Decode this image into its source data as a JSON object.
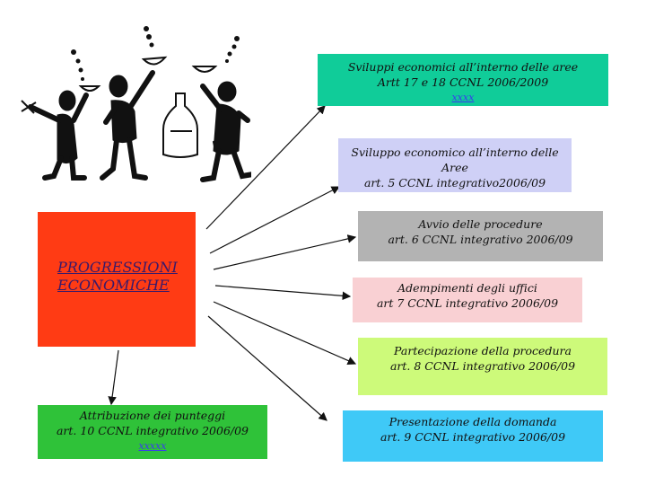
{
  "main_box": {
    "label_line1": "PROGRESSIONI",
    "label_line2": "ECONOMICHE"
  },
  "boxes": [
    {
      "id": "b1",
      "lines": [
        "Sviluppi economici all’interno delle aree",
        "Artt 17 e 18   CCNL 2006/2009"
      ],
      "link": "xxxx",
      "color": "#10cc99"
    },
    {
      "id": "b2",
      "lines": [
        "Sviluppo economico all’interno delle Aree",
        "art. 5 CCNL integrativo2006/09"
      ],
      "link": null,
      "color": "#cfd0f6"
    },
    {
      "id": "b3",
      "lines": [
        "Avvio delle procedure",
        "art. 6 CCNL integrativo 2006/09"
      ],
      "link": null,
      "color": "#b3b3b3"
    },
    {
      "id": "b4",
      "lines": [
        "Adempimenti degli uffici",
        "art 7 CCNL integrativo 2006/09"
      ],
      "link": null,
      "color": "#f9d0d3"
    },
    {
      "id": "b5",
      "lines": [
        "Partecipazione della procedura",
        "art. 8  CCNL integrativo 2006/09"
      ],
      "link": null,
      "color": "#cdfa7a"
    },
    {
      "id": "b6",
      "lines": [
        "Presentazione della domanda",
        "art. 9 CCNL integrativo 2006/09"
      ],
      "link": null,
      "color": "#3fc9f7"
    },
    {
      "id": "b7",
      "lines": [
        "Attribuzione dei punteggi",
        "art. 10 CCNL integrativo 2006/09"
      ],
      "link": "xxxxx",
      "color": "#2fc239"
    }
  ],
  "clipart": {
    "icon": "celebrating-figures-with-glasses-and-bottle"
  }
}
